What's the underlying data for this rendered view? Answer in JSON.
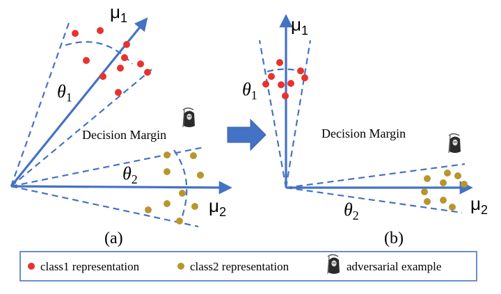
{
  "colors": {
    "axis": "#4472c4",
    "class1": "#e8322c",
    "class2": "#b8962e",
    "legend_border": "#4472c4",
    "arrow": "#4472c4",
    "text": "#000000"
  },
  "panel_a": {
    "mu1": "μ",
    "mu1_sub": "1",
    "mu2": "μ",
    "mu2_sub": "2",
    "theta1": "θ",
    "theta1_sub": "1",
    "theta2": "θ",
    "theta2_sub": "2",
    "margin_label": "Decision Margin",
    "caption": "(a)"
  },
  "panel_b": {
    "mu1": "μ",
    "mu1_sub": "1",
    "mu2": "μ",
    "mu2_sub": "2",
    "theta1": "θ",
    "theta1_sub": "1",
    "theta2": "θ",
    "theta2_sub": "2",
    "margin_label": "Decision Margin",
    "caption": "(b)"
  },
  "legend": {
    "class1": "class1 representation",
    "class2": "class2 representation",
    "adversarial": "adversarial example"
  }
}
